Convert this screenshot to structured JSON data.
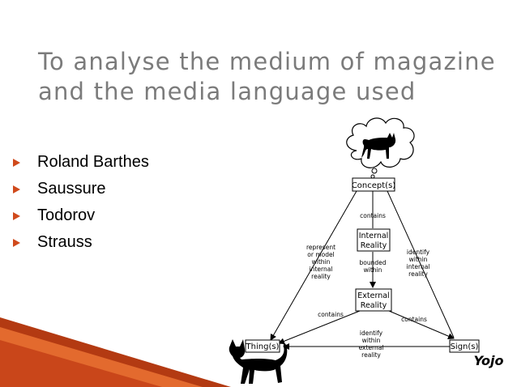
{
  "slide": {
    "title": "To analyse the medium of magazine and the media language used",
    "bullets": [
      {
        "label": "Roland Barthes"
      },
      {
        "label": "Saussure"
      },
      {
        "label": "Todorov"
      },
      {
        "label": "Strauss"
      }
    ],
    "colors": {
      "title": "#7b7b7b",
      "bullet_marker": "#d04a1c",
      "wedge_dark": "#b33a12",
      "wedge_light": "#e36a2e"
    }
  },
  "diagram": {
    "concept": "Concept(s)",
    "thing": "Thing(s)",
    "sign": "Sign(s)",
    "internal_reality": [
      "Internal",
      "Reality"
    ],
    "external_reality": [
      "External",
      "Reality"
    ],
    "contains_top": "contains",
    "bounded_within": [
      "bounded",
      "within"
    ],
    "represent_label": [
      "represent",
      "or model",
      "within",
      "internal",
      "reality"
    ],
    "identify_internal": [
      "identify",
      "within",
      "internal",
      "reality"
    ],
    "contains_left": "contains",
    "contains_right": "contains",
    "identify_external": [
      "identify",
      "within",
      "external",
      "reality"
    ],
    "signature": "Yojo",
    "icons": [
      "cat-thought-bubble-icon",
      "black-cat-icon"
    ]
  }
}
